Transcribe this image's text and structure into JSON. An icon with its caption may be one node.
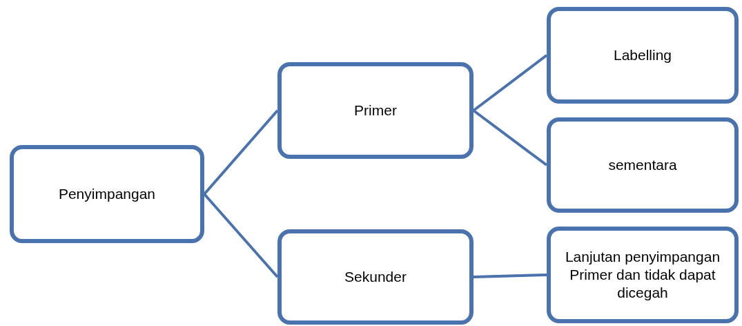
{
  "diagram": {
    "nodes": [
      {
        "text": [
          "Penyimpangan"
        ]
      },
      {
        "text": [
          "Primer"
        ]
      },
      {
        "text": [
          "Sekunder"
        ]
      },
      {
        "text": [
          "Labelling"
        ]
      },
      {
        "text": [
          "sementara"
        ]
      },
      {
        "text": [
          "Lanjutan penyimpangan Primer dan tidak dapat dicegah"
        ]
      }
    ],
    "edges": [
      {
        "from": 0,
        "to": 1,
        "arrow": "none"
      },
      {
        "from": 0,
        "to": 2,
        "arrow": "none"
      },
      {
        "from": 1,
        "to": 3,
        "arrow": "none"
      },
      {
        "from": 1,
        "to": 4,
        "arrow": "none"
      },
      {
        "from": 2,
        "to": 5,
        "arrow": "none"
      }
    ]
  }
}
